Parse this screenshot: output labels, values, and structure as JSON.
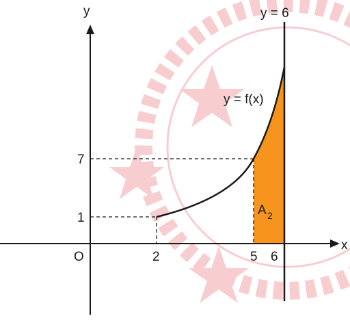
{
  "labels": {
    "origin": "O",
    "x_axis": "x",
    "y_axis": "y",
    "curve": "y = f(x)",
    "vertical_line": "y = 6",
    "region_letter": "A",
    "region_subscript": "2"
  },
  "x_ticks": [
    "2",
    "5",
    "6"
  ],
  "y_ticks": [
    "1",
    "7"
  ],
  "curve_points": {
    "start": {
      "x": 2,
      "y": 1
    },
    "mid": {
      "x": 5,
      "y": 7
    },
    "vertical_line_x": 6
  },
  "colors": {
    "region_fill": "#f7941d",
    "watermark": "#e8505b",
    "ink": "#1a1a1a"
  }
}
